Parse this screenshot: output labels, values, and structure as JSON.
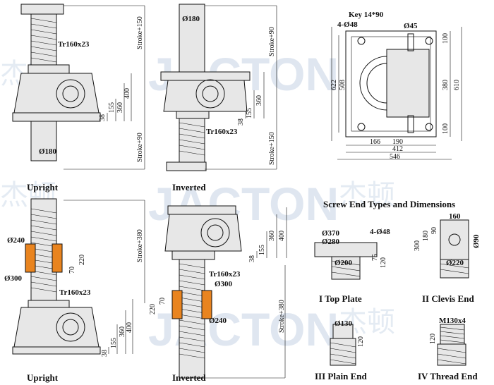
{
  "watermark": {
    "brand": "JACTON",
    "cjk": "杰顿"
  },
  "views": {
    "upright_top": "Upright",
    "inverted_top": "Inverted",
    "upright_bottom": "Upright",
    "inverted_bottom": "Inverted"
  },
  "section_title": "Screw End Types and Dimensions",
  "end_types": {
    "top_plate": "I  Top Plate",
    "clevis_end": "II  Clevis End",
    "plain_end": "III  Plain End",
    "thread_end": "IV  Thread End"
  },
  "dims": {
    "thread": "Tr160x23",
    "d180": "Ø180",
    "stroke150": "Stroke+150",
    "stroke90": "Stroke+90",
    "stroke380": "Stroke+380",
    "h400": "400",
    "h360": "360",
    "h155": "155",
    "h38": "38",
    "key": "Key 14*90",
    "holes4_48": "4-Ø48",
    "d45": "Ø45",
    "h622": "622",
    "h508": "508",
    "h380": "380",
    "h610": "610",
    "h100a": "100",
    "h100b": "100",
    "w166": "166",
    "w190": "190",
    "w412": "412",
    "w546": "546",
    "d240": "Ø240",
    "d300": "Ø300",
    "h70": "70",
    "h220": "220",
    "d370": "Ø370",
    "d280": "Ø280",
    "d200": "Ø200",
    "h75": "75",
    "h120": "120",
    "w160": "160",
    "h180c": "180",
    "h90c": "90",
    "h300c": "300",
    "d90": "Ø90",
    "d220": "Ø220",
    "d130": "Ø130",
    "m130": "M130x4"
  }
}
